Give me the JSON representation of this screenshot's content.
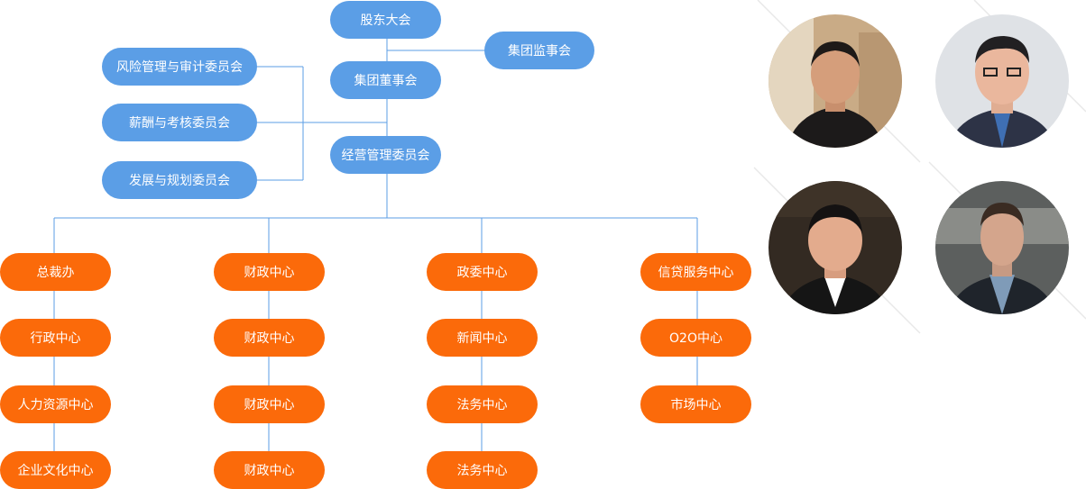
{
  "colors": {
    "blue": "#5b9ee6",
    "orange": "#fb6a0a",
    "line": "#5b9ee6"
  },
  "top": {
    "shareholders": "股东大会",
    "supervisory": "集团监事会",
    "board": "集团董事会",
    "management": "经营管理委员会"
  },
  "committees": {
    "risk": "风险管理与审计委员会",
    "salary": "薪酬与考核委员会",
    "planning": "发展与规划委员会"
  },
  "columns": [
    {
      "items": [
        "总裁办",
        "行政中心",
        "人力资源中心",
        "企业文化中心"
      ]
    },
    {
      "items": [
        "财政中心",
        "财政中心",
        "财政中心",
        "财政中心"
      ]
    },
    {
      "items": [
        "政委中心",
        "新闻中心",
        "法务中心",
        "法务中心"
      ]
    },
    {
      "items": [
        "信贷服务中心",
        "O2O中心",
        "市场中心"
      ]
    }
  ],
  "people": [
    {
      "icon": "person-portrait-1-icon"
    },
    {
      "icon": "person-portrait-2-icon"
    },
    {
      "icon": "person-portrait-3-icon"
    },
    {
      "icon": "person-portrait-4-icon"
    }
  ]
}
